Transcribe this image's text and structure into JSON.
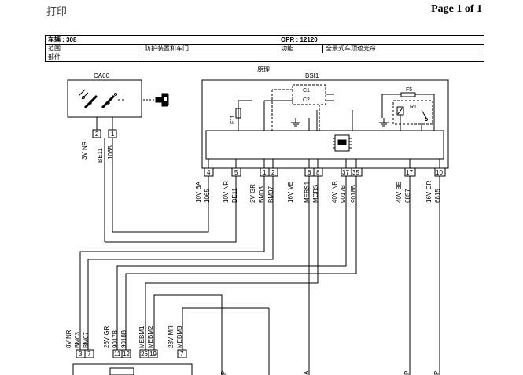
{
  "header": {
    "print_label": "打印",
    "page_label": "Page 1 of 1"
  },
  "info_table": {
    "vehicle": "车辆 : 308",
    "opr": "OPR : 12120",
    "scope_label": "范围",
    "scope_value": "防护装置和车门",
    "function_label": "功能",
    "function_value": "全景式车顶遮光帘",
    "part_label": "部件",
    "part_value": ""
  },
  "diagram": {
    "principle_label": "原理",
    "ca00": {
      "name": "CA00",
      "pin_left": "2",
      "pin_right": "1"
    },
    "bsi1": {
      "name": "BSI1",
      "c1": "C1",
      "c2": "C2",
      "f5": "F5",
      "r1": "R1",
      "f11": "F11"
    },
    "ca00_wire_labels": [
      "3V NR",
      "BE11",
      "1065"
    ],
    "bsi_pins": [
      "4",
      "5",
      "1",
      "2",
      "6",
      "8",
      "37",
      "35",
      "17",
      "10"
    ],
    "bsi_wire_labels": [
      "10V BA",
      "1065",
      "10V NR",
      "BE11",
      "2V GR",
      "BM03",
      "BM07",
      "16V VE",
      "MEBS1",
      "MCBS",
      "40V NR",
      "9017B",
      "9018B",
      "40V BE",
      "6857",
      "16V GR",
      "6815"
    ],
    "bottom_pins": [
      "3",
      "7",
      "11",
      "12",
      "26",
      "19",
      "7"
    ],
    "bottom_wire_labels": [
      "8V NR",
      "BM03",
      "BM07",
      "26V GR",
      "9017B",
      "9018B",
      "MEBM1",
      "MEBM2",
      "28V MR",
      "MEBM3"
    ],
    "edge_letters": [
      "P",
      "A",
      "P",
      "P"
    ]
  }
}
